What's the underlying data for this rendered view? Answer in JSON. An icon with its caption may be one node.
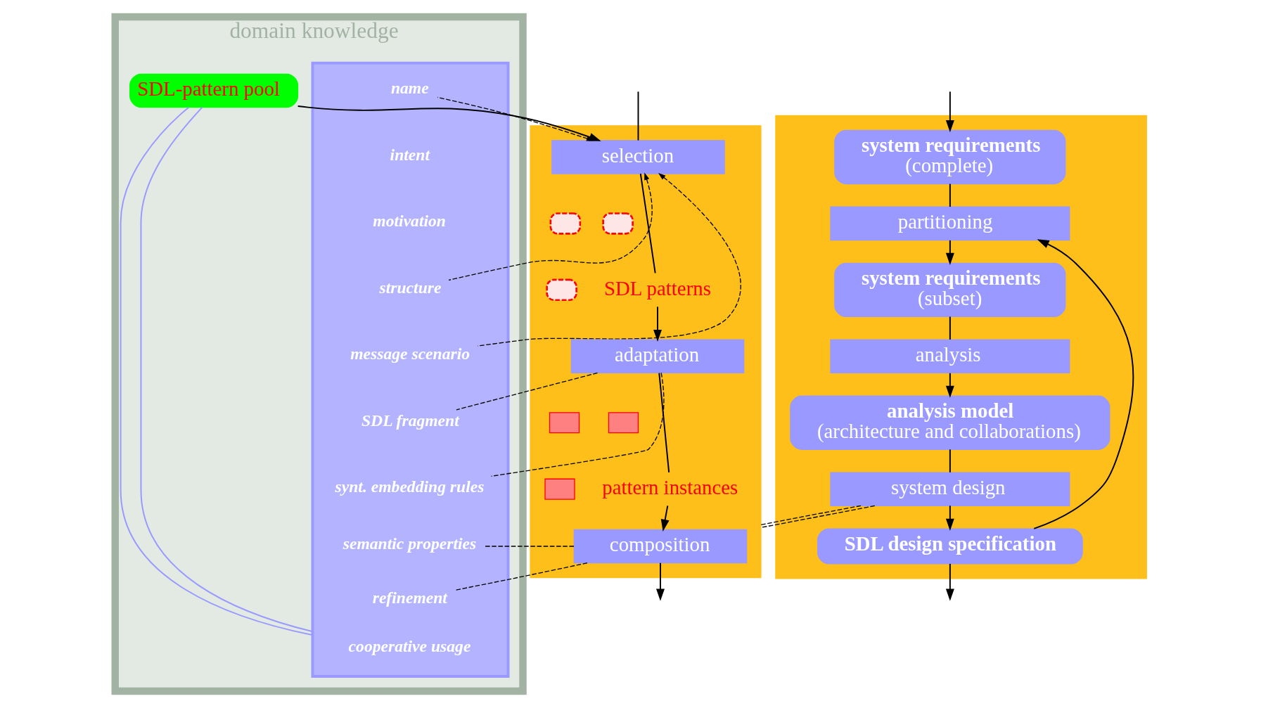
{
  "diagram": {
    "nodes": [
      {
        "text": [],
        "shape": "box"
      },
      {
        "text": [
          "system requirements",
          "(complete)"
        ],
        "in": 0
      },
      {
        "text": [
          "partitioning"
        ],
        "in": 0
      },
      {
        "text": [
          "system requirements",
          "(subset)"
        ],
        "in": 0
      },
      {
        "text": [
          "analysis"
        ],
        "in": 0
      },
      {
        "text": [
          "analysis model",
          "(architecture and collaborations)"
        ],
        "in": 0
      },
      {
        "text": [
          "system design"
        ],
        "in": 0
      },
      {
        "text": [
          "SDL design specification"
        ],
        "in": 0
      },
      {
        "text": [],
        "shape": "box"
      },
      {
        "text": [
          "selection"
        ],
        "in": 8
      },
      {
        "text": [],
        "shape": "box",
        "in": 8
      },
      {
        "text": [],
        "shape": "box",
        "in": 8
      },
      {
        "text": [],
        "shape": "box",
        "in": 8
      },
      {
        "text": [
          "SDL patterns"
        ],
        "in": 8
      },
      {
        "text": [
          "adaptation"
        ],
        "in": 8
      },
      {
        "text": [],
        "shape": "box",
        "in": 8
      },
      {
        "text": [],
        "shape": "box",
        "in": 8
      },
      {
        "text": [],
        "shape": "box",
        "in": 8
      },
      {
        "text": [
          "pattern instances"
        ],
        "in": 8
      },
      {
        "text": [
          "composition"
        ],
        "in": 8
      },
      {
        "text": [
          "domain knowledge"
        ]
      },
      {
        "text": [
          "SDL-pattern pool"
        ],
        "in": 20
      },
      {
        "text": [],
        "shape": "box",
        "in": 20
      },
      {
        "text": [
          "name"
        ],
        "in": 22
      },
      {
        "text": [
          "intent"
        ],
        "in": 22
      },
      {
        "text": [
          "motivation"
        ],
        "in": 22
      },
      {
        "text": [
          "structure"
        ],
        "in": 22
      },
      {
        "text": [
          "message scenario"
        ],
        "in": 22
      },
      {
        "text": [
          "SDL fragment"
        ],
        "in": 22
      },
      {
        "text": [
          "synt. embedding rules"
        ],
        "in": 22
      },
      {
        "text": [
          "semantic properties"
        ],
        "in": 22
      },
      {
        "text": [
          "refinement"
        ],
        "in": 22
      },
      {
        "text": [
          "cooperative usage"
        ],
        "in": 22
      }
    ],
    "edges": [
      {
        "from": null,
        "to": 1,
        "arrow": "to"
      },
      {
        "from": 1,
        "to": 2,
        "arrow": "none"
      },
      {
        "from": 2,
        "to": 3,
        "arrow": "to"
      },
      {
        "from": 3,
        "to": 4,
        "arrow": "none"
      },
      {
        "from": 4,
        "to": 5,
        "arrow": "to"
      },
      {
        "from": 5,
        "to": 6,
        "arrow": "none"
      },
      {
        "from": 6,
        "to": 7,
        "arrow": "to"
      },
      {
        "from": 7,
        "to": null,
        "arrow": "to"
      },
      {
        "from": 7,
        "to": 2,
        "arrow": "to"
      },
      {
        "from": 6,
        "to": 8,
        "arrow": "none",
        "style": "dashed"
      },
      {
        "from": 6,
        "to": 8,
        "arrow": "none",
        "style": "dashed"
      },
      {
        "from": null,
        "to": 9,
        "arrow": "none"
      },
      {
        "from": 9,
        "to": 13,
        "arrow": "none"
      },
      {
        "from": 13,
        "to": 14,
        "arrow": "to"
      },
      {
        "from": 14,
        "to": 18,
        "arrow": "none"
      },
      {
        "from": 18,
        "to": 19,
        "arrow": "to"
      },
      {
        "from": 19,
        "to": null,
        "arrow": "to"
      },
      {
        "from": 21,
        "to": 9,
        "arrow": "to"
      },
      {
        "from": 21,
        "to": 22,
        "arrow": "none",
        "color": "#9999ff"
      },
      {
        "from": 21,
        "to": 22,
        "arrow": "none",
        "color": "#9999ff"
      },
      {
        "from": 23,
        "to": 9,
        "arrow": "to",
        "style": "dashed"
      },
      {
        "from": 26,
        "to": 9,
        "arrow": "to",
        "style": "dashed"
      },
      {
        "from": 27,
        "to": 9,
        "arrow": "to",
        "style": "dashed"
      },
      {
        "from": 28,
        "to": 14,
        "arrow": "none",
        "style": "dashed"
      },
      {
        "from": 29,
        "to": 14,
        "arrow": "none",
        "style": "dashed"
      },
      {
        "from": 30,
        "to": 19,
        "arrow": "none",
        "style": "dashed"
      },
      {
        "from": 31,
        "to": 19,
        "arrow": "none",
        "style": "dashed"
      }
    ]
  }
}
